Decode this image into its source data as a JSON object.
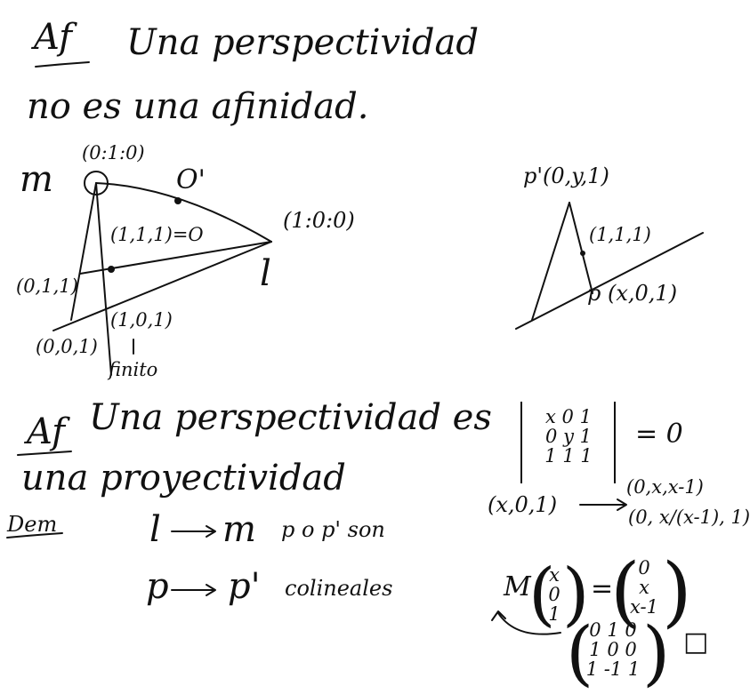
{
  "page": {
    "heading1": {
      "af": "Af",
      "line1": "Una perspectividad",
      "line2": "no es una afinidad."
    },
    "diagram_left": {
      "m": "m",
      "top_point": "(0:1:0)",
      "o_prime": "O'",
      "right_point": "(1:0:0)",
      "l": "l",
      "mid_point": "(1,1,1)=O",
      "left_point": "(0,1,1)",
      "bottom_a": "(0,0,1)",
      "bottom_b": "(1,0,1)",
      "finito": "finito"
    },
    "diagram_right": {
      "p_prime": "p'(0,y,1)",
      "center": "(1,1,1)",
      "p": "p (x,0,1)"
    },
    "heading2": {
      "af": "Af",
      "line1": "Una perspectividad es",
      "line2": "una proyectividad"
    },
    "proof": {
      "dem": "Dem",
      "row1_from": "l",
      "row1_to": "m",
      "row2_from": "p",
      "row2_to": "p'",
      "note1": "p o p' son",
      "note2": "colineales"
    },
    "determinant": {
      "rows": [
        [
          "x",
          "0",
          "1"
        ],
        [
          "0",
          "y",
          "1"
        ],
        [
          "1",
          "1",
          "1"
        ]
      ],
      "equals": "= 0"
    },
    "mapping": {
      "from": "(x,0,1)",
      "to1": "(0,x,x-1)",
      "to2": "(0, x/(x-1), 1)"
    },
    "matrix_eq": {
      "M": "M",
      "vec": [
        "x",
        "0",
        "1"
      ],
      "eq": "=",
      "result": [
        "0",
        "x",
        "x-1"
      ]
    },
    "final_matrix": {
      "rows": [
        [
          "0",
          "1",
          "0"
        ],
        [
          "1",
          "0",
          "0"
        ],
        [
          "1",
          "-1",
          "1"
        ]
      ],
      "qed": "□"
    }
  }
}
